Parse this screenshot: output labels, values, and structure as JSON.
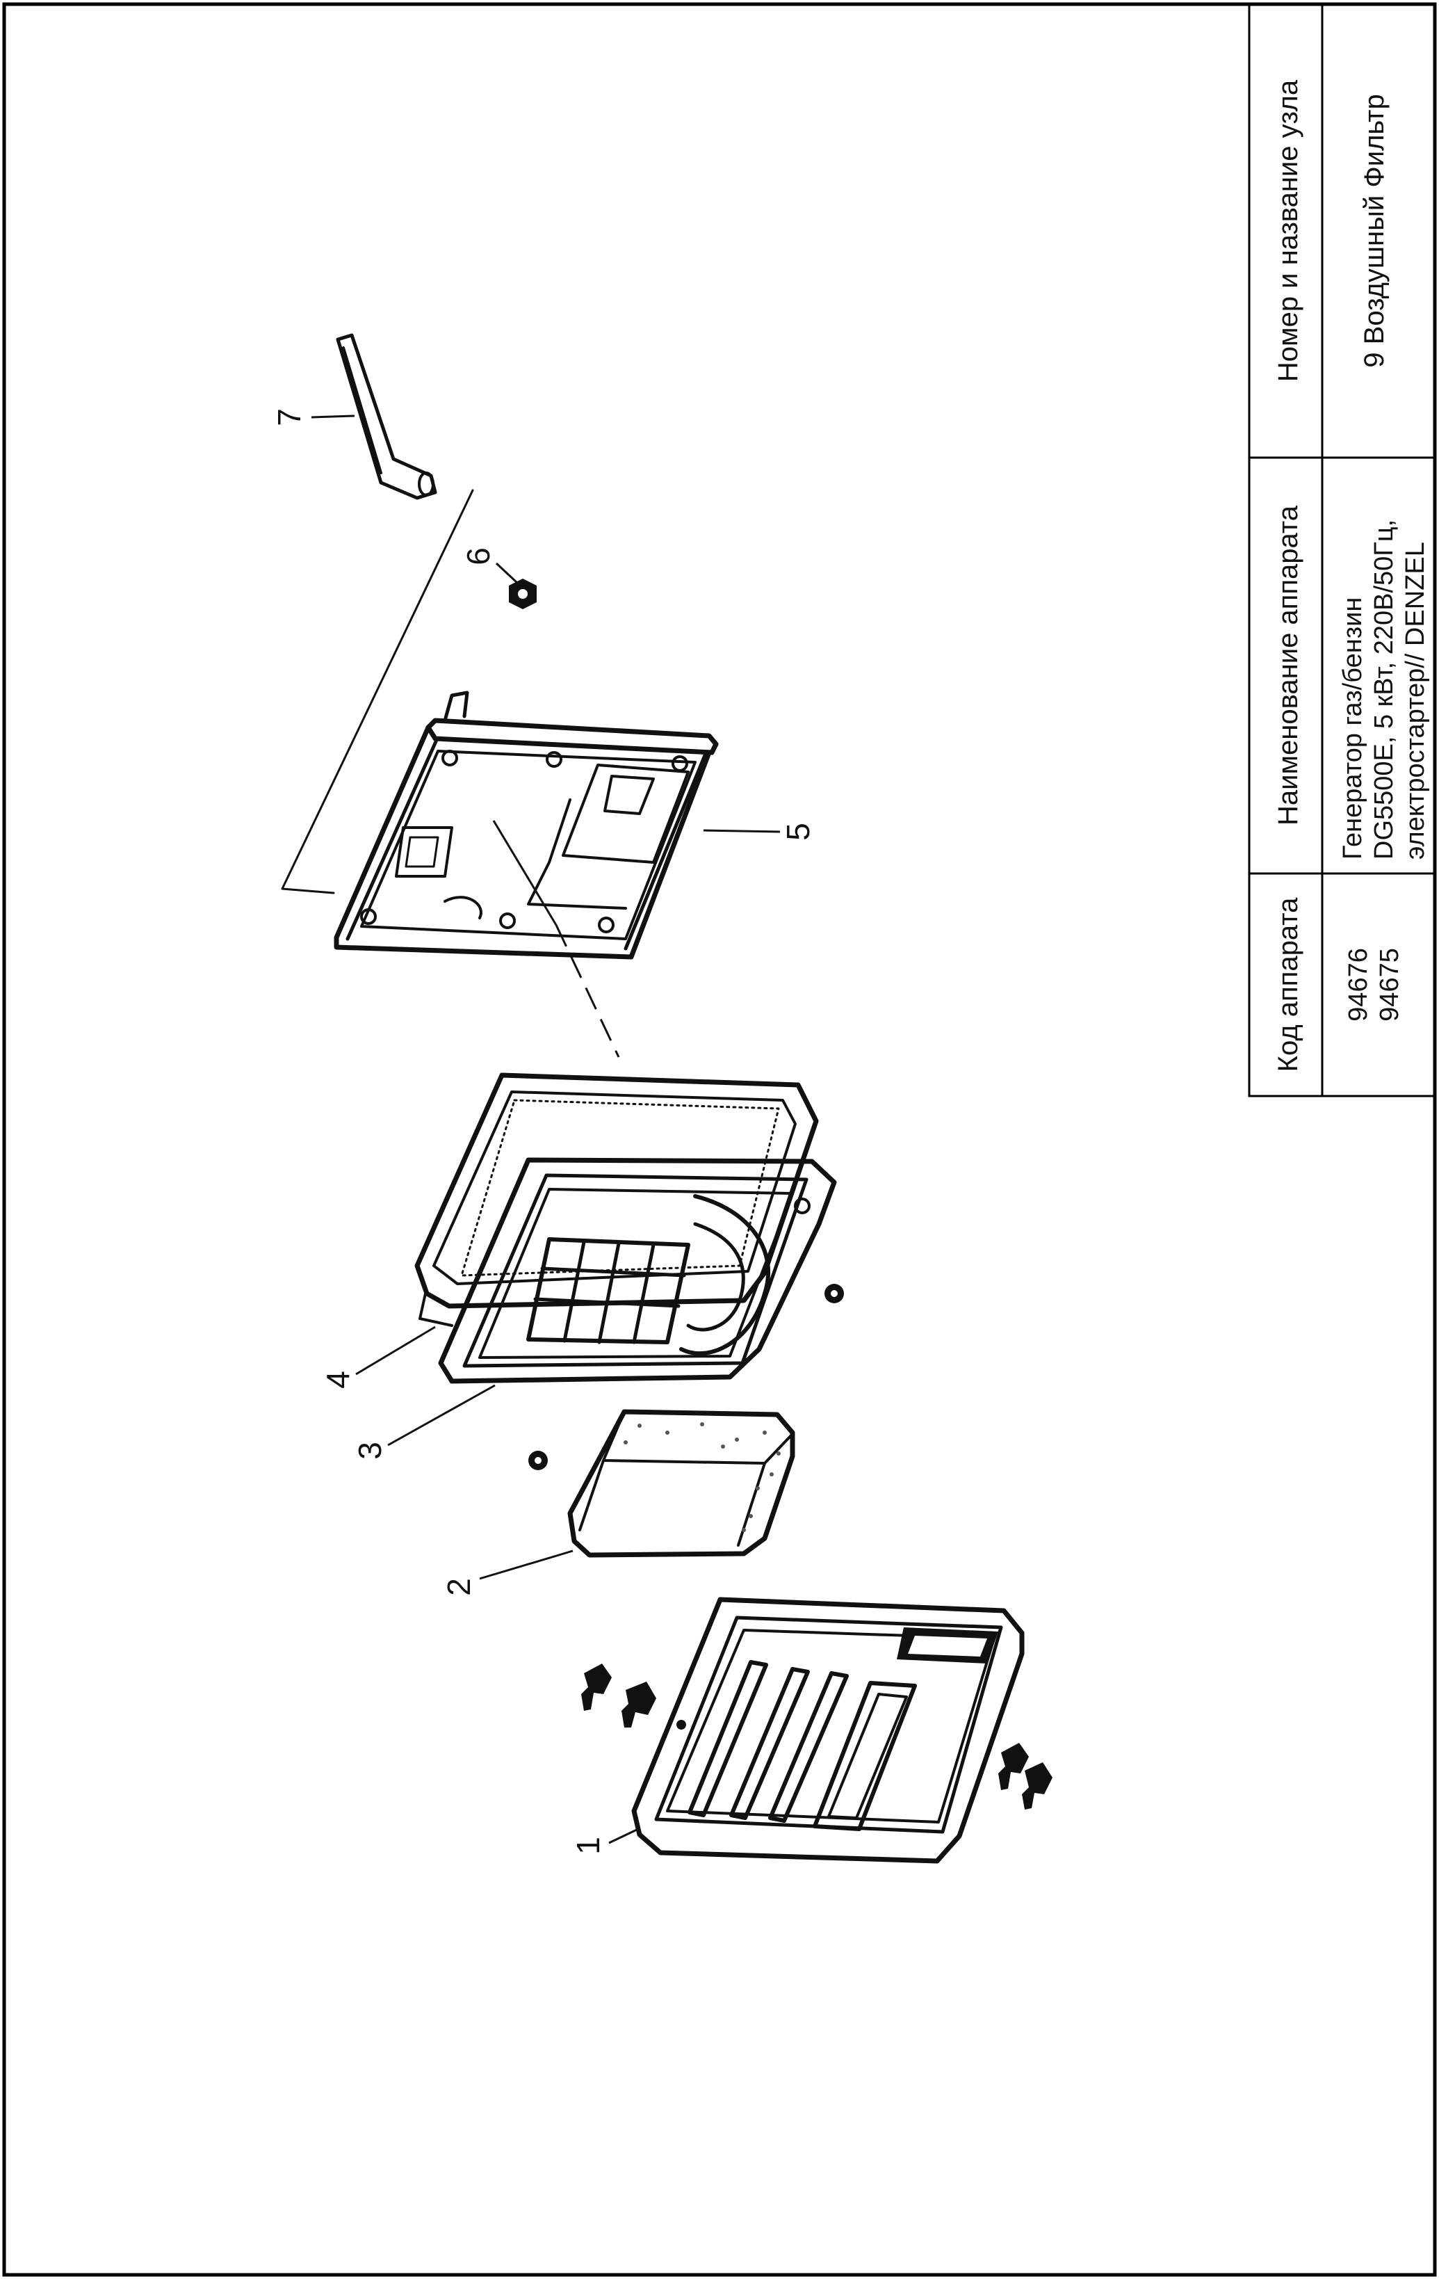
{
  "title_block": {
    "headers": {
      "code": "Код аппарата",
      "device_name": "Наименование аппарата",
      "assembly": "Номер и название узла"
    },
    "values": {
      "code_line1": "94676",
      "code_line2": "94675",
      "device_line1": "Генератор газ/бензин",
      "device_line2": "DG5500E, 5 кВт, 220В/50Гц,",
      "device_line3": "электростартер// DENZEL",
      "assembly": "9 Воздушный Фильтр"
    }
  },
  "callouts": [
    "1",
    "2",
    "3",
    "4",
    "5",
    "6",
    "7"
  ],
  "parts": [
    {
      "number": "1",
      "icon": "air-filter-cover-icon"
    },
    {
      "number": "2",
      "icon": "filter-element-icon"
    },
    {
      "number": "3",
      "icon": "filter-holder-icon"
    },
    {
      "number": "4",
      "icon": "gasket-frame-icon"
    },
    {
      "number": "5",
      "icon": "filter-base-icon"
    },
    {
      "number": "6",
      "icon": "nut-icon"
    },
    {
      "number": "7",
      "icon": "breather-tube-icon"
    }
  ]
}
